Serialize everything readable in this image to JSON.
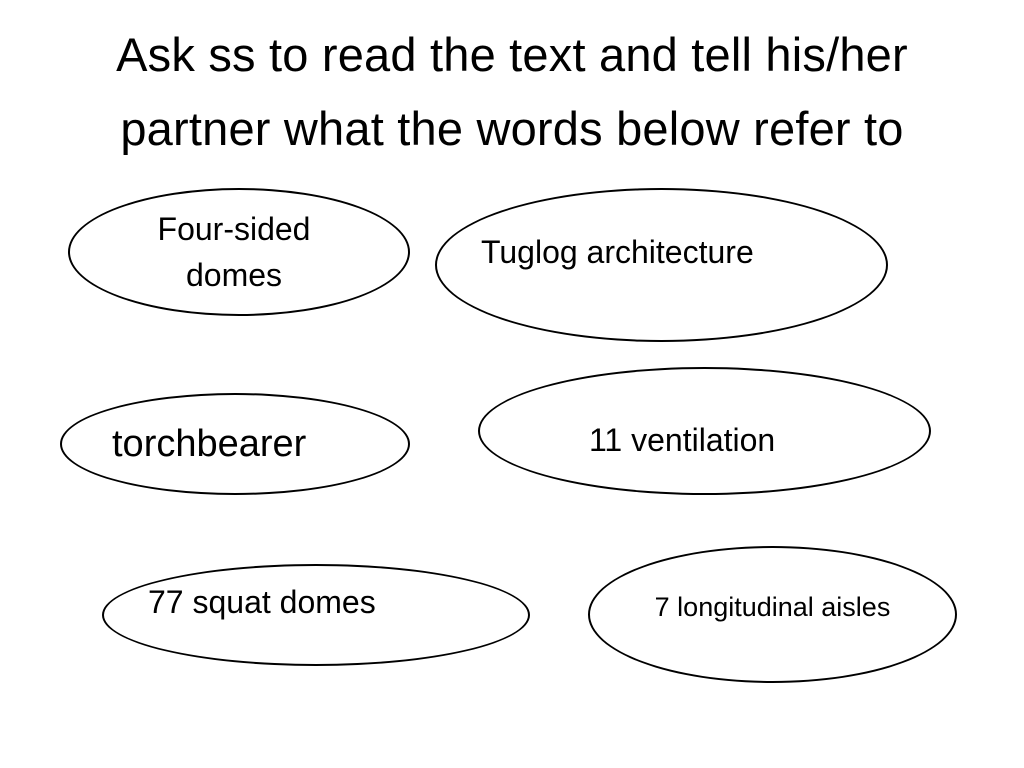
{
  "slide": {
    "title_line1": "Ask ss to read the text and tell his/her",
    "title_line2": "partner what the words below refer to"
  },
  "terms": [
    {
      "line1": "Four-sided",
      "line2": "domes"
    },
    {
      "text": "Tuglog architecture"
    },
    {
      "text": "torchbearer"
    },
    {
      "text": "11 ventilation"
    },
    {
      "text": "77 squat domes"
    },
    {
      "text": "7 longitudinal aisles"
    }
  ]
}
